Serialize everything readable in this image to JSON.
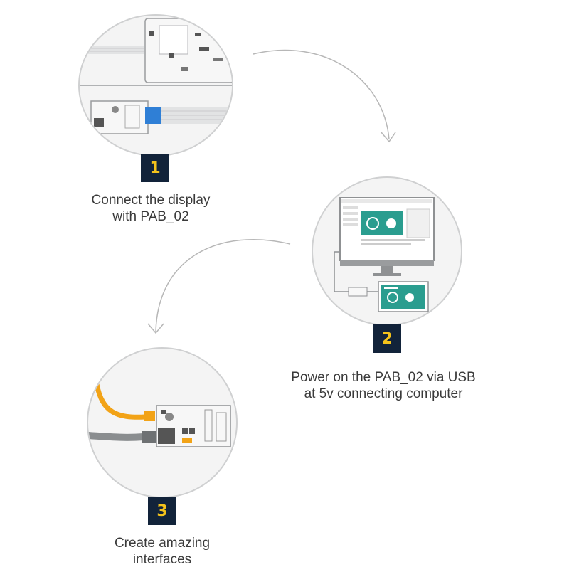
{
  "steps": [
    {
      "number": "1",
      "caption_line1": "Connect the display",
      "caption_line2": "with PAB_02"
    },
    {
      "number": "2",
      "caption_line1": "Power on the PAB_02 via USB",
      "caption_line2": "at 5v connecting computer"
    },
    {
      "number": "3",
      "caption_line1": "Create amazing",
      "caption_line2": "interfaces"
    }
  ],
  "colors": {
    "badge_bg": "#12233a",
    "badge_text": "#f4c21b",
    "board_teal": "#2a9d8f",
    "ribbon_blue": "#2f7fd6",
    "cable_orange": "#f2a317",
    "cable_gray": "#8a8d8f"
  }
}
